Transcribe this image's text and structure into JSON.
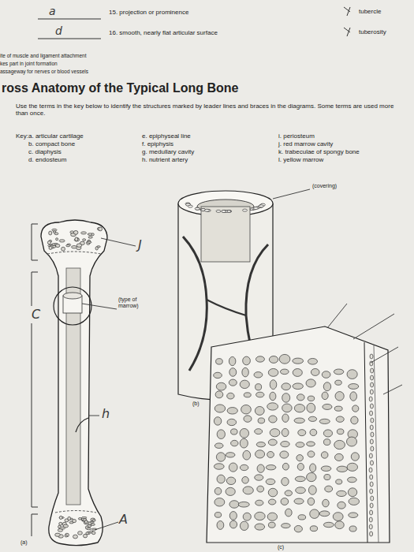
{
  "diagram": {
    "title": "ross Anatomy of the Typical Long Bone",
    "labels": [
      "a",
      "15. projection or prominence",
      "tubercle",
      "d",
      "16. smooth, nearly flat articular surface",
      "tuberosity",
      "ite of muscle and ligament attachment",
      "kes part in joint formation",
      "assageway for nerves or blood vessels",
      "Use the terms in the key below to identify the structures marked by leader lines and braces in the diagrams. Some terms are used more than once.",
      "Key:",
      "a. articular cartilage",
      "b. compact bone",
      "c. diaphysis",
      "d. endosteum",
      "e. epiphyseal line",
      "f. epiphysis",
      "g. medullary cavity",
      "h. nutrient artery",
      "i. periosteum",
      "j. red marrow cavity",
      "k. trabeculae of spongy bone",
      "l. yellow marrow",
      "(covering)",
      "J",
      "C",
      "(type of marrow)",
      "h",
      "(b)",
      "A",
      "(c)",
      "(a)"
    ]
  }
}
